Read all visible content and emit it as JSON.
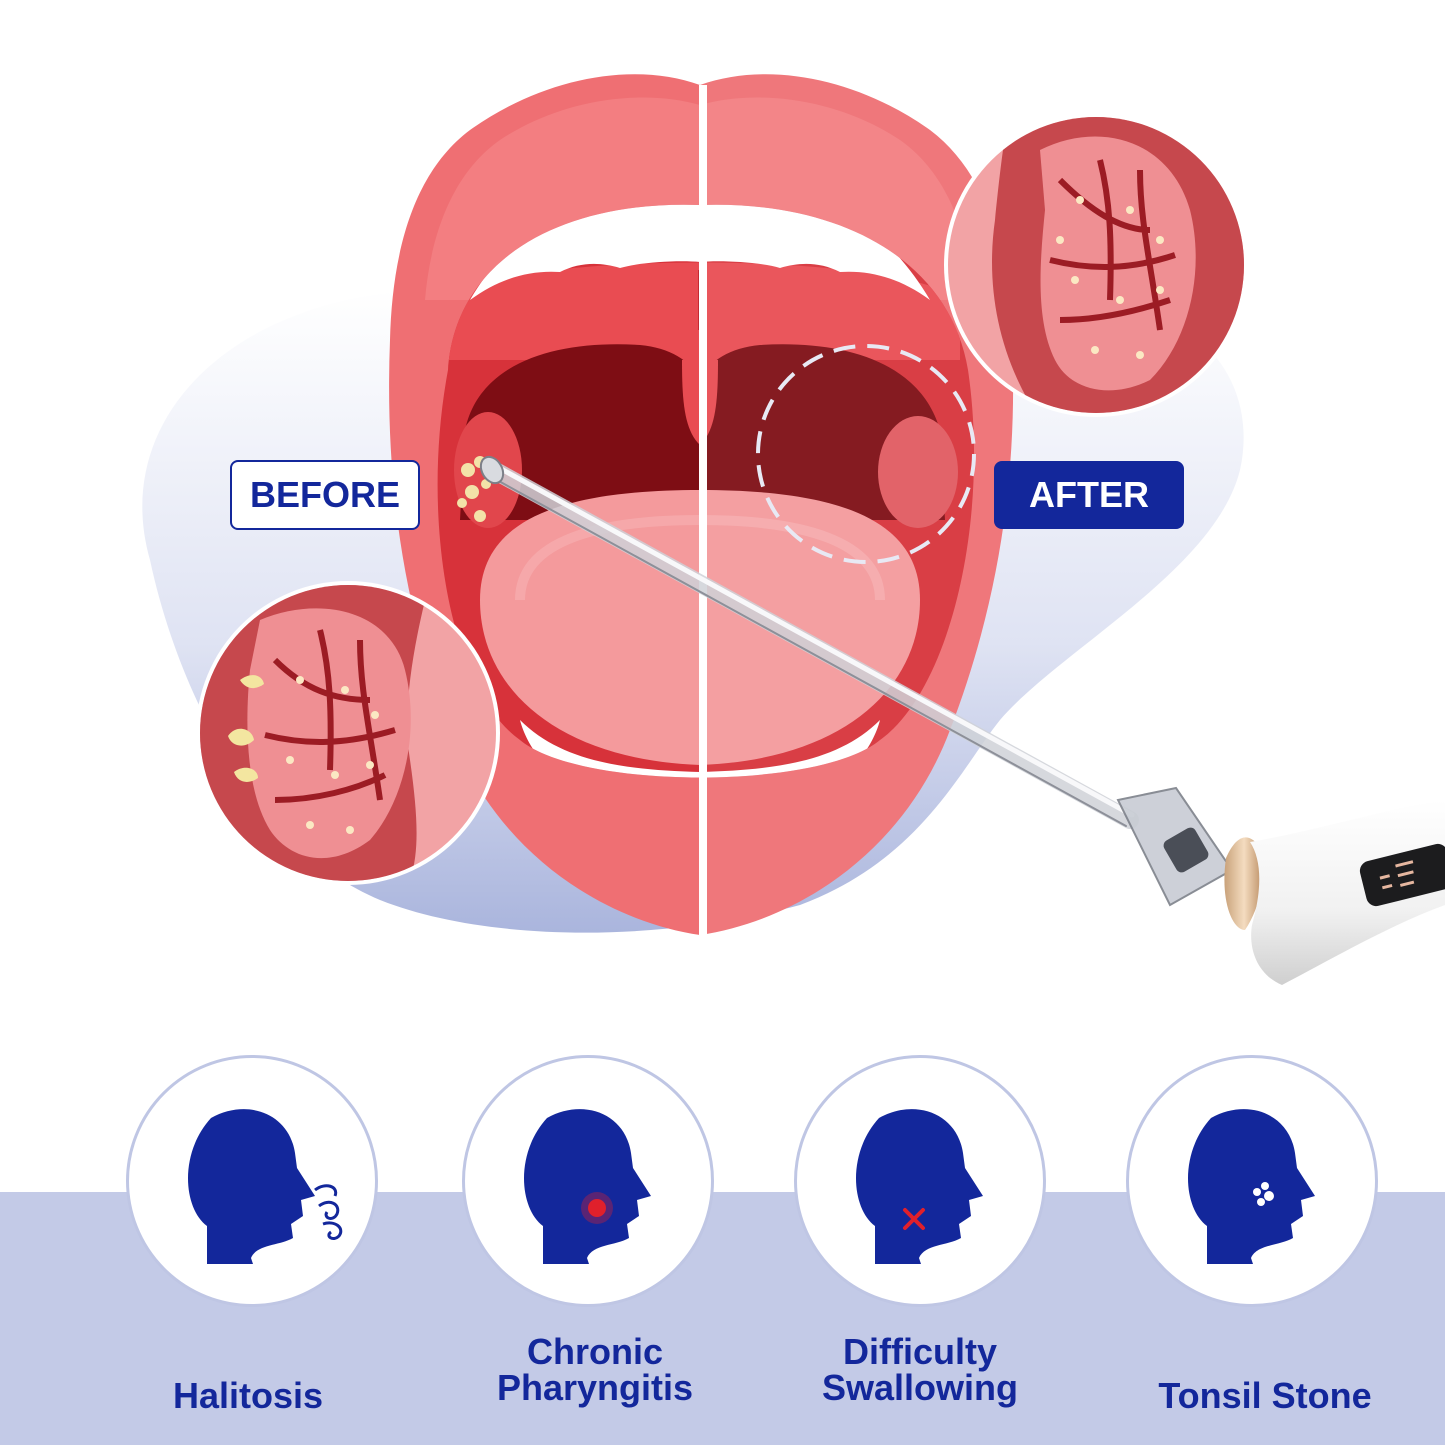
{
  "labels": {
    "before": "BEFORE",
    "after": "AFTER"
  },
  "symptoms": [
    {
      "label": "Halitosis",
      "icon": "head-breath-icon"
    },
    {
      "label": "Chronic\nPharyngitis",
      "icon": "head-throat-pain-icon"
    },
    {
      "label": "Difficulty\nSwallowing",
      "icon": "head-swallow-x-icon"
    },
    {
      "label": "Tonsil Stone",
      "icon": "head-tonsil-stone-icon"
    }
  ],
  "colors": {
    "brand_blue": "#13279b",
    "band_lavender": "#c3cae7",
    "lip_red": "#ef6f73",
    "throat_dark": "#7e0d14",
    "tongue_pink": "#f49a9c"
  }
}
